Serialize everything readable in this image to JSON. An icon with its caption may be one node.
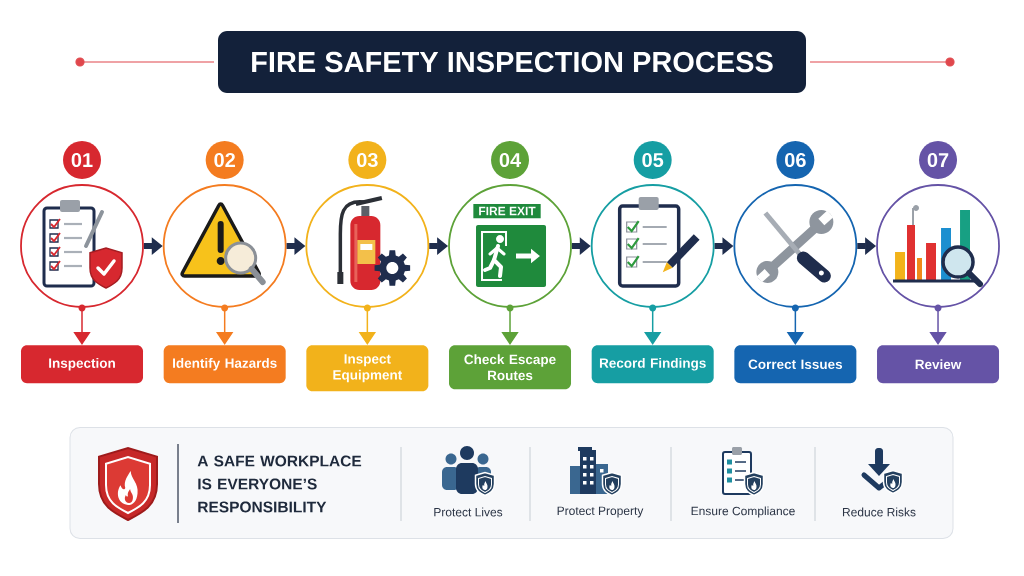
{
  "diagram": {
    "title": "FIRE SAFETY INSPECTION PROCESS",
    "nodes": [
      {
        "text": [
          "01"
        ]
      },
      {
        "text": [],
        "shape": "circle"
      },
      {
        "text": [
          "Inspection"
        ]
      },
      {
        "text": [
          "02"
        ]
      },
      {
        "text": [],
        "shape": "circle"
      },
      {
        "text": [
          "Identify Hazards"
        ]
      },
      {
        "text": [
          "03"
        ]
      },
      {
        "text": [],
        "shape": "circle"
      },
      {
        "text": [
          "Inspect Equipment"
        ]
      },
      {
        "text": [
          "04"
        ]
      },
      {
        "text": [
          "FIRE EXIT"
        ]
      },
      {
        "text": [
          "Check Escape Routes"
        ]
      },
      {
        "text": [
          "05"
        ]
      },
      {
        "text": [],
        "shape": "circle"
      },
      {
        "text": [
          "Record Findings"
        ]
      },
      {
        "text": [
          "06"
        ]
      },
      {
        "text": [],
        "shape": "circle"
      },
      {
        "text": [
          "Correct Issues"
        ]
      },
      {
        "text": [
          "07"
        ]
      },
      {
        "text": [],
        "shape": "circle"
      },
      {
        "text": [
          "Review"
        ]
      },
      {
        "text": [
          "A SAFE WORKPLACE IS EVERYONE’S RESPONSIBILITY",
          "Protect Lives",
          "Protect Property",
          "Ensure Compliance",
          "Reduce Risks"
        ]
      }
    ],
    "edges": [
      {
        "from": 1,
        "to": 2,
        "arrow": "to",
        "color": "#d7282f"
      },
      {
        "from": 1,
        "to": 4,
        "arrow": "to",
        "style": "thick"
      },
      {
        "from": 4,
        "to": 5,
        "arrow": "to",
        "color": "#f47c20"
      },
      {
        "from": 4,
        "to": 7,
        "arrow": "to",
        "style": "thick"
      },
      {
        "from": 7,
        "to": 8,
        "arrow": "to",
        "color": "#f2b21b"
      },
      {
        "from": 7,
        "to": 10,
        "arrow": "to",
        "style": "thick"
      },
      {
        "from": 10,
        "to": 11,
        "arrow": "to",
        "color": "#5da238"
      },
      {
        "from": 10,
        "to": 13,
        "arrow": "to",
        "style": "thick"
      },
      {
        "from": 13,
        "to": 14,
        "arrow": "to",
        "color": "#169ea3"
      },
      {
        "from": 13,
        "to": 16,
        "arrow": "to",
        "style": "thick"
      },
      {
        "from": 16,
        "to": 17,
        "arrow": "to",
        "color": "#1565b0"
      },
      {
        "from": 16,
        "to": 19,
        "arrow": "to",
        "style": "thick"
      },
      {
        "from": 19,
        "to": 20,
        "arrow": "to",
        "color": "#6553a6"
      }
    ]
  }
}
